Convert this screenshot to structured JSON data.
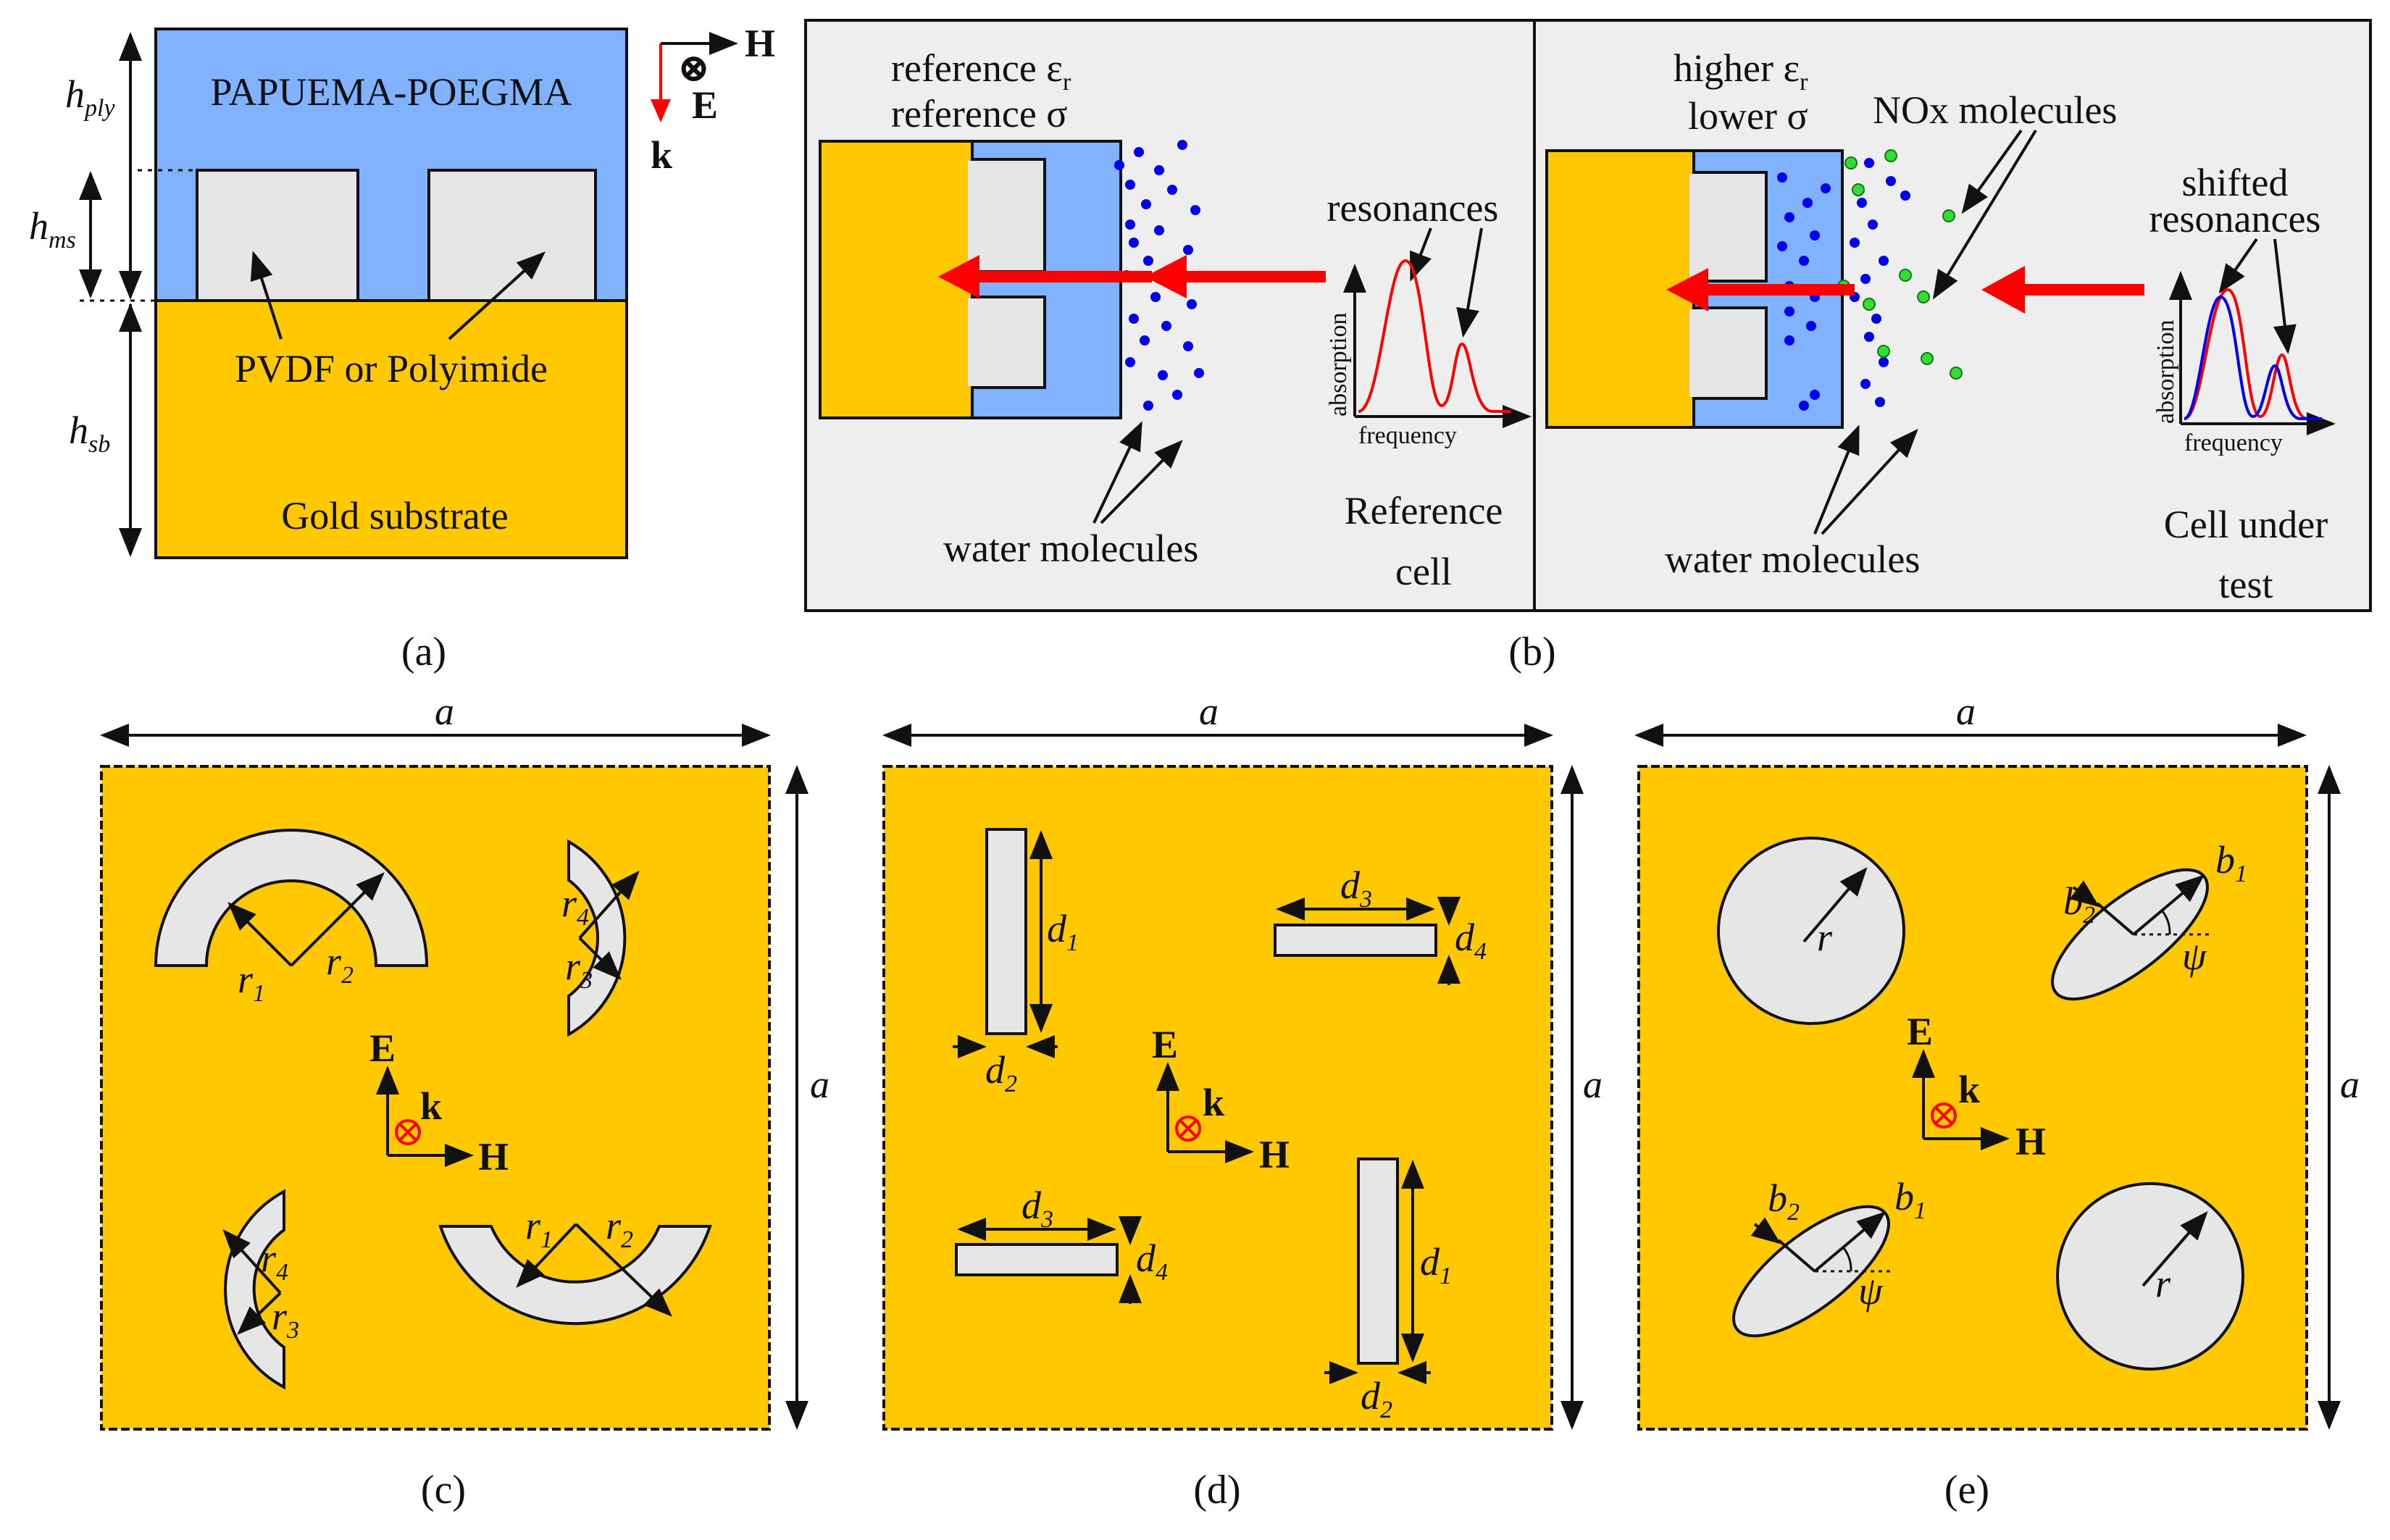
{
  "colors": {
    "gold": "#FFC800",
    "polymer": "#80B2FF",
    "dielectric": "#E6E6E6",
    "panel_bg": "#EEEEEE",
    "arrow_red": "#FF0000",
    "water_blue": "#0000EE",
    "nox_green": "#33DD33",
    "circle_red": "#FF0000"
  },
  "panel_a": {
    "polymer_label": "PAPUEMA-POEGMA",
    "dielectric_label": "PVDF or Polyimide",
    "substrate_label": "Gold substrate",
    "h_ply": "h",
    "h_ply_sub": "ply",
    "h_ms": "h",
    "h_ms_sub": "ms",
    "h_sb": "h",
    "h_sb_sub": "sb",
    "axis_H": "H",
    "axis_E": "E",
    "axis_k": "k",
    "axis_E_symbol": "⊗",
    "caption": "(a)"
  },
  "panel_b": {
    "left_line1_a": "reference ε",
    "left_line1_sub": "r",
    "left_line2": "reference σ",
    "resonances": "resonances",
    "absorption": "absorption",
    "frequency": "frequency",
    "water_left": "water molecules",
    "reference_cell_1": "Reference",
    "reference_cell_2": "cell",
    "right_line1_a": "higher ε",
    "right_line1_sub": "r",
    "right_line2": "lower σ",
    "nox": "NOx molecules",
    "shifted_1": "shifted",
    "shifted_2": "resonances",
    "absorption_r": "absorption",
    "frequency_r": "frequency",
    "water_right": "water molecules",
    "cut_1": "Cell under",
    "cut_2": "test",
    "caption": "(b)"
  },
  "panel_c": {
    "a_top": "a",
    "a_side": "a",
    "r1": "r",
    "r1_sub": "1",
    "r2": "r",
    "r2_sub": "2",
    "r3": "r",
    "r3_sub": "3",
    "r4": "r",
    "r4_sub": "4",
    "E": "E",
    "k": "k",
    "H": "H",
    "caption": "(c)"
  },
  "panel_d": {
    "a_top": "a",
    "a_side": "a",
    "d1": "d",
    "d1_sub": "1",
    "d2": "d",
    "d2_sub": "2",
    "d3": "d",
    "d3_sub": "3",
    "d4": "d",
    "d4_sub": "4",
    "E": "E",
    "k": "k",
    "H": "H",
    "caption": "(d)"
  },
  "panel_e": {
    "a_top": "a",
    "a_side": "a",
    "r": "r",
    "b1": "b",
    "b1_sub": "1",
    "b2": "b",
    "b2_sub": "2",
    "psi": "ψ",
    "E": "E",
    "k": "k",
    "H": "H",
    "caption": "(e)"
  }
}
